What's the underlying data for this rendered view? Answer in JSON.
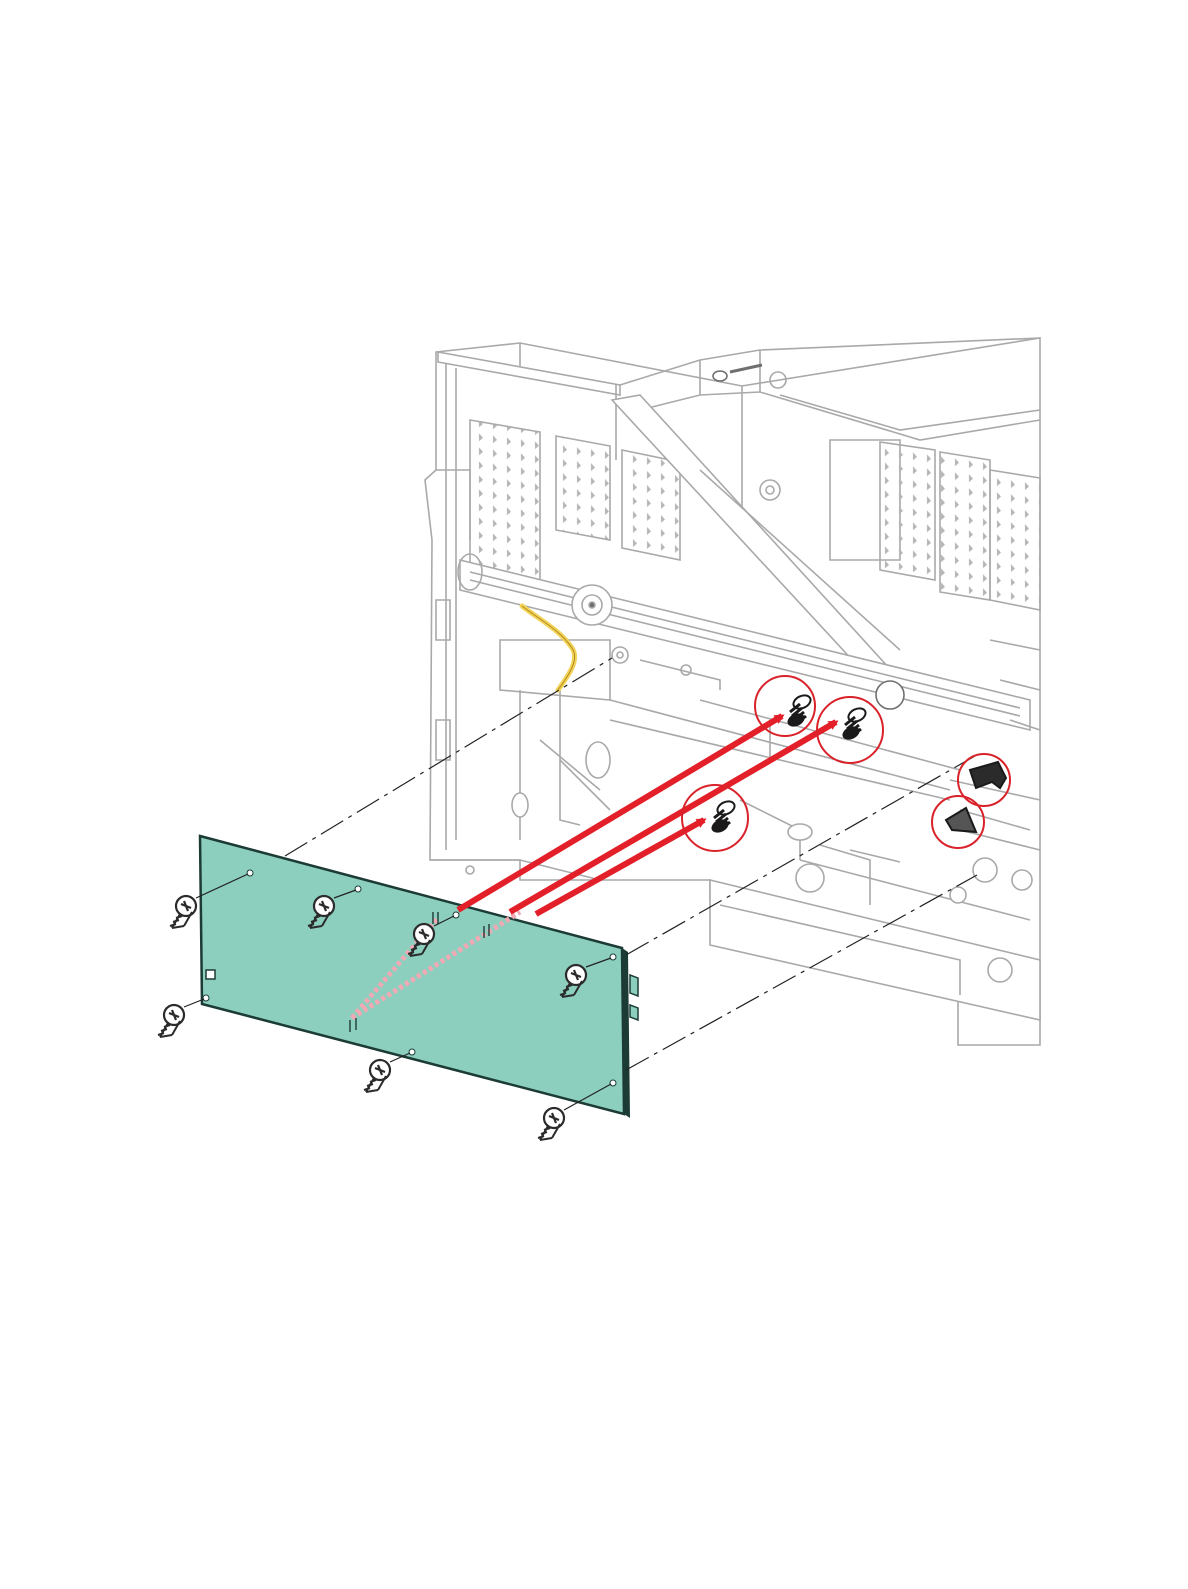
{
  "diagram": {
    "kind": "exploded assembly illustration",
    "colors": {
      "background": "#ffffff",
      "frame_line": "#a9a9a9",
      "frame_dark": "#6f6f6f",
      "board_fill": "#8ccfbf",
      "board_edge": "#1c3b35",
      "arrow": "#e3202a",
      "callout_circle": "#d9222a",
      "spring": "#1a1a1a",
      "cable": "#f3d35a",
      "leader_line": "#222222",
      "screw": "#2b2b2b"
    },
    "parts": {
      "screws": 7,
      "springs": 3,
      "callouts": 5,
      "insertion_arrows": 3
    },
    "icons": [
      "screw-icon",
      "spring-icon",
      "latch-icon"
    ]
  }
}
